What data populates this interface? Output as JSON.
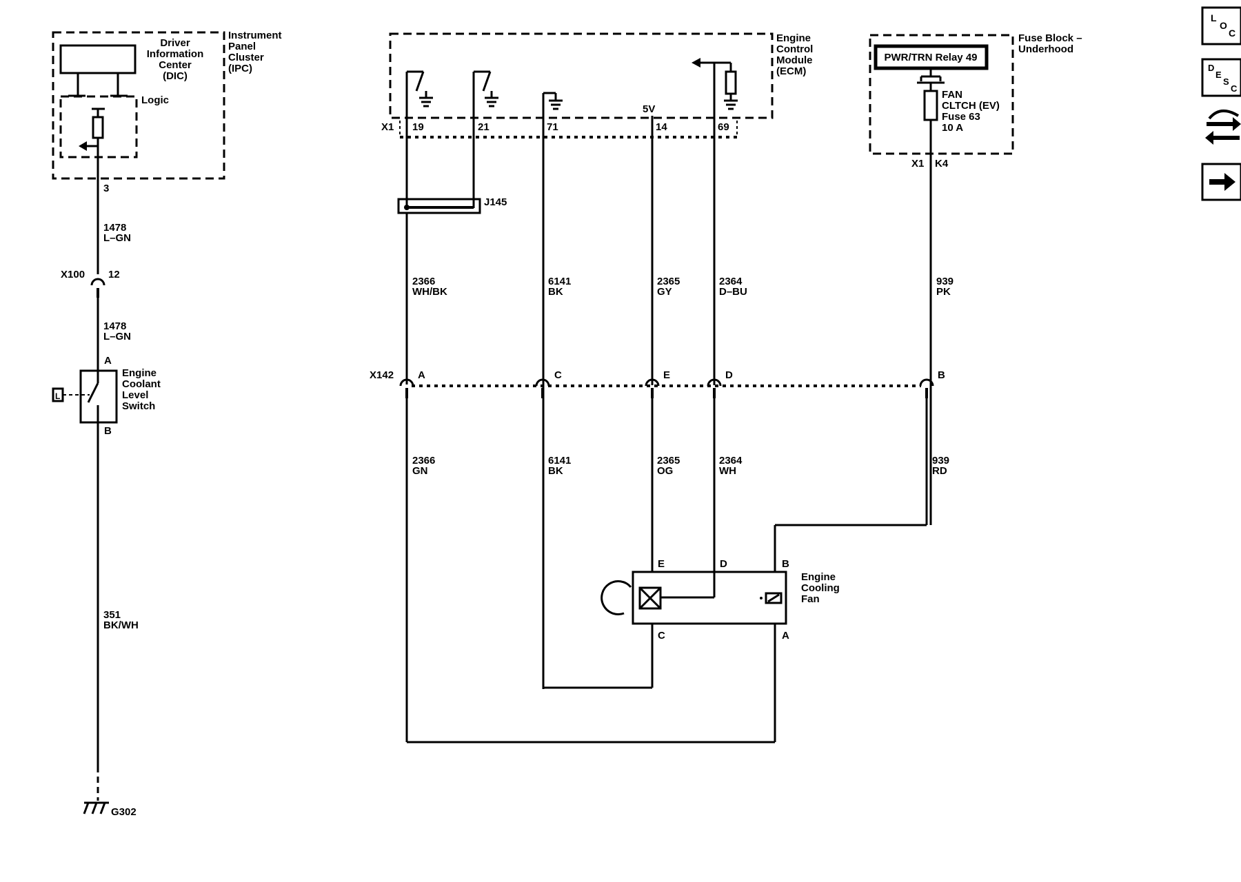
{
  "modules": {
    "ipc": {
      "name": [
        "Instrument",
        "Panel",
        "Cluster",
        "(IPC)"
      ]
    },
    "dic": {
      "name": [
        "Driver",
        "Information",
        "Center",
        "(DIC)"
      ]
    },
    "logic": {
      "name": "Logic"
    },
    "ecm": {
      "name": [
        "Engine",
        "Control",
        "Module",
        "(ECM)"
      ]
    },
    "fuse_block": {
      "name": [
        "Fuse Block –",
        "Underhood"
      ]
    },
    "relay": {
      "name": "PWR/TRN Relay 49"
    },
    "fuse": {
      "name": [
        "FAN",
        "CLTCH (EV)",
        "Fuse 63",
        "10 A"
      ]
    },
    "coolant_switch": {
      "name": [
        "Engine",
        "Coolant",
        "Level",
        "Switch"
      ]
    },
    "cooling_fan": {
      "name": [
        "Engine",
        "Cooling",
        "Fan"
      ]
    },
    "splice": {
      "name": "J145"
    },
    "ground": {
      "name": "G302"
    }
  },
  "connectors": {
    "ipc_pin": "3",
    "x100": {
      "name": "X100",
      "pin": "12"
    },
    "x142": {
      "name": "X142",
      "pins": [
        "A",
        "C",
        "E",
        "D",
        "B"
      ]
    },
    "ecm_x1": {
      "name": "X1",
      "pins": [
        "19",
        "21",
        "71",
        "14",
        "69"
      ],
      "ref_voltage": "5V"
    },
    "fuse_x1": {
      "name": "X1",
      "pin": "K4"
    },
    "switch_pins": [
      "A",
      "B"
    ],
    "fan_pins": {
      "top": [
        "E",
        "D",
        "B"
      ],
      "bottom": [
        "C",
        "A"
      ]
    }
  },
  "wires": {
    "ipc_to_x100": [
      "1478",
      "L–GN"
    ],
    "x100_to_switch": [
      "1478",
      "L–GN"
    ],
    "switch_to_ground": [
      "351",
      "BK/WH"
    ],
    "ecm_19_upper": [
      "2366",
      "WH/BK"
    ],
    "ecm_71_upper": [
      "6141",
      "BK"
    ],
    "ecm_14_upper": [
      "2365",
      "GY"
    ],
    "ecm_69_upper": [
      "2364",
      "D–BU"
    ],
    "fuse_upper": [
      "939",
      "PK"
    ],
    "a_lower": [
      "2366",
      "GN"
    ],
    "c_lower": [
      "6141",
      "BK"
    ],
    "e_lower": [
      "2365",
      "OG"
    ],
    "d_lower": [
      "2364",
      "WH"
    ],
    "b_lower": [
      "939",
      "RD"
    ]
  },
  "nav": {
    "loc": [
      "L",
      "O",
      "C"
    ],
    "desc": [
      "D",
      "E",
      "S",
      "C"
    ],
    "swap_icon": "connector-swap-icon",
    "next_icon": "arrow-right-icon"
  }
}
